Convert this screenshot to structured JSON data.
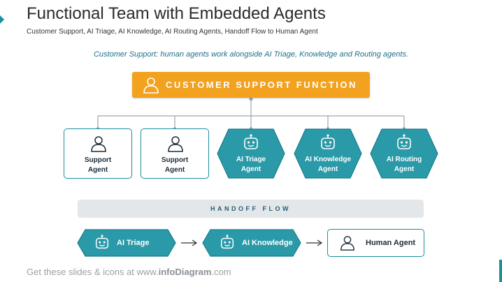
{
  "header": {
    "title": "Functional Team with Embedded Agents",
    "subtitle": "Customer Support, AI Triage, AI Knowledge, AI Routing Agents, Handoff Flow to Human Agent"
  },
  "note": "Customer Support: human agents work alongside AI Triage, Knowledge and Routing agents.",
  "function_box": {
    "label": "CUSTOMER SUPPORT FUNCTION",
    "icon": "person-icon",
    "color": "#f2a21f"
  },
  "team": [
    {
      "label_line1": "Support",
      "label_line2": "Agent",
      "icon": "person-icon",
      "style": "outline"
    },
    {
      "label_line1": "Support",
      "label_line2": "Agent",
      "icon": "person-icon",
      "style": "outline"
    },
    {
      "label_line1": "AI Triage",
      "label_line2": "Agent",
      "icon": "robot-icon",
      "style": "hexagon"
    },
    {
      "label_line1": "AI Knowledge",
      "label_line2": "Agent",
      "icon": "robot-icon",
      "style": "hexagon"
    },
    {
      "label_line1": "AI Routing",
      "label_line2": "Agent",
      "icon": "robot-icon",
      "style": "hexagon"
    }
  ],
  "handoff": {
    "title": "HANDOFF FLOW",
    "steps": [
      {
        "label": "AI Triage",
        "icon": "robot-icon"
      },
      {
        "label": "AI Knowledge",
        "icon": "robot-icon"
      },
      {
        "label": "Human Agent",
        "icon": "person-icon"
      }
    ]
  },
  "footer": {
    "prefix": "Get these slides & icons at www.",
    "brand": "infoDiagram",
    "suffix": ".com"
  },
  "colors": {
    "teal": "#1b8f9e",
    "hex_fill": "#2a9aa8",
    "orange": "#f2a21f",
    "connector": "#9aa7b1"
  }
}
